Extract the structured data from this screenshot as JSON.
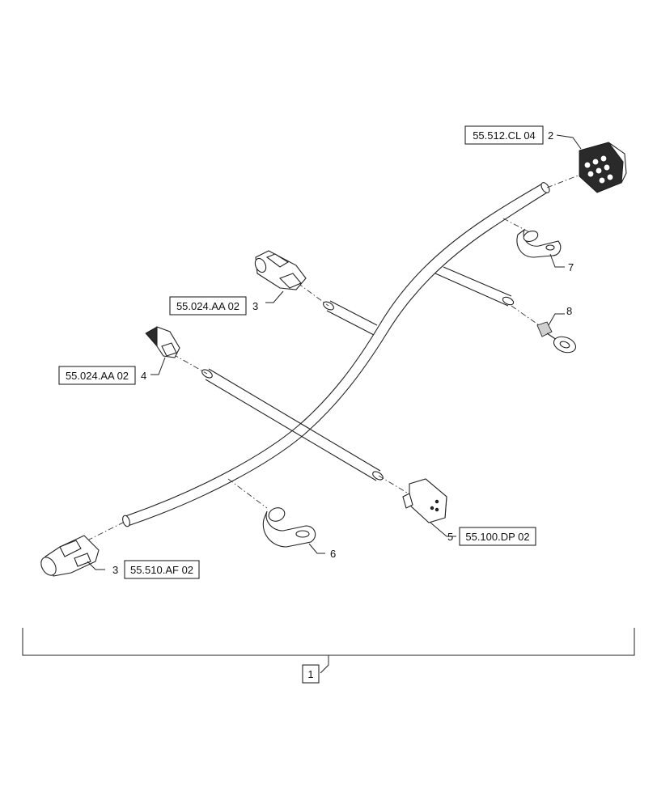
{
  "callouts": [
    {
      "id": "c2",
      "ref": "55.512.CL 04",
      "item": "2"
    },
    {
      "id": "c3a",
      "ref": "55.024.AA 02",
      "item": "3"
    },
    {
      "id": "c4",
      "ref": "55.024.AA 02",
      "item": "4"
    },
    {
      "id": "c3b",
      "ref": "55.510.AF 02",
      "item": "3"
    },
    {
      "id": "c5",
      "ref": "55.100.DP 02",
      "item": "5"
    }
  ],
  "items": {
    "i6": "6",
    "i7": "7",
    "i8": "8"
  },
  "assembly": {
    "item": "1"
  }
}
